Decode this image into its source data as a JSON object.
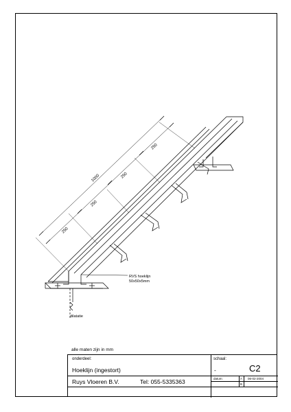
{
  "drawing": {
    "dimensions": {
      "total": "1000",
      "seg1": "250",
      "seg2": "250",
      "seg3": "250",
      "seg4": "250"
    },
    "profile_label_line1": "RVS  hoeklijn",
    "profile_label_line2": "50x50x5mm",
    "dilatation_label": "dilatatie"
  },
  "note": "alle maten zijn in mm",
  "title_block": {
    "onderdeel_label": "onderdeel:",
    "onderdeel_value": "Hoeklijn (ingestort)",
    "schaal_label": "schaal:",
    "schaal_value": "-",
    "code": "C2",
    "company": "Ruys Vloeren B.V.",
    "phone": "Tel: 055-5335363",
    "datum_label": "datum:",
    "rev_a": "A",
    "rev_a_date": "06-02-2004",
    "rev_b": "B"
  }
}
